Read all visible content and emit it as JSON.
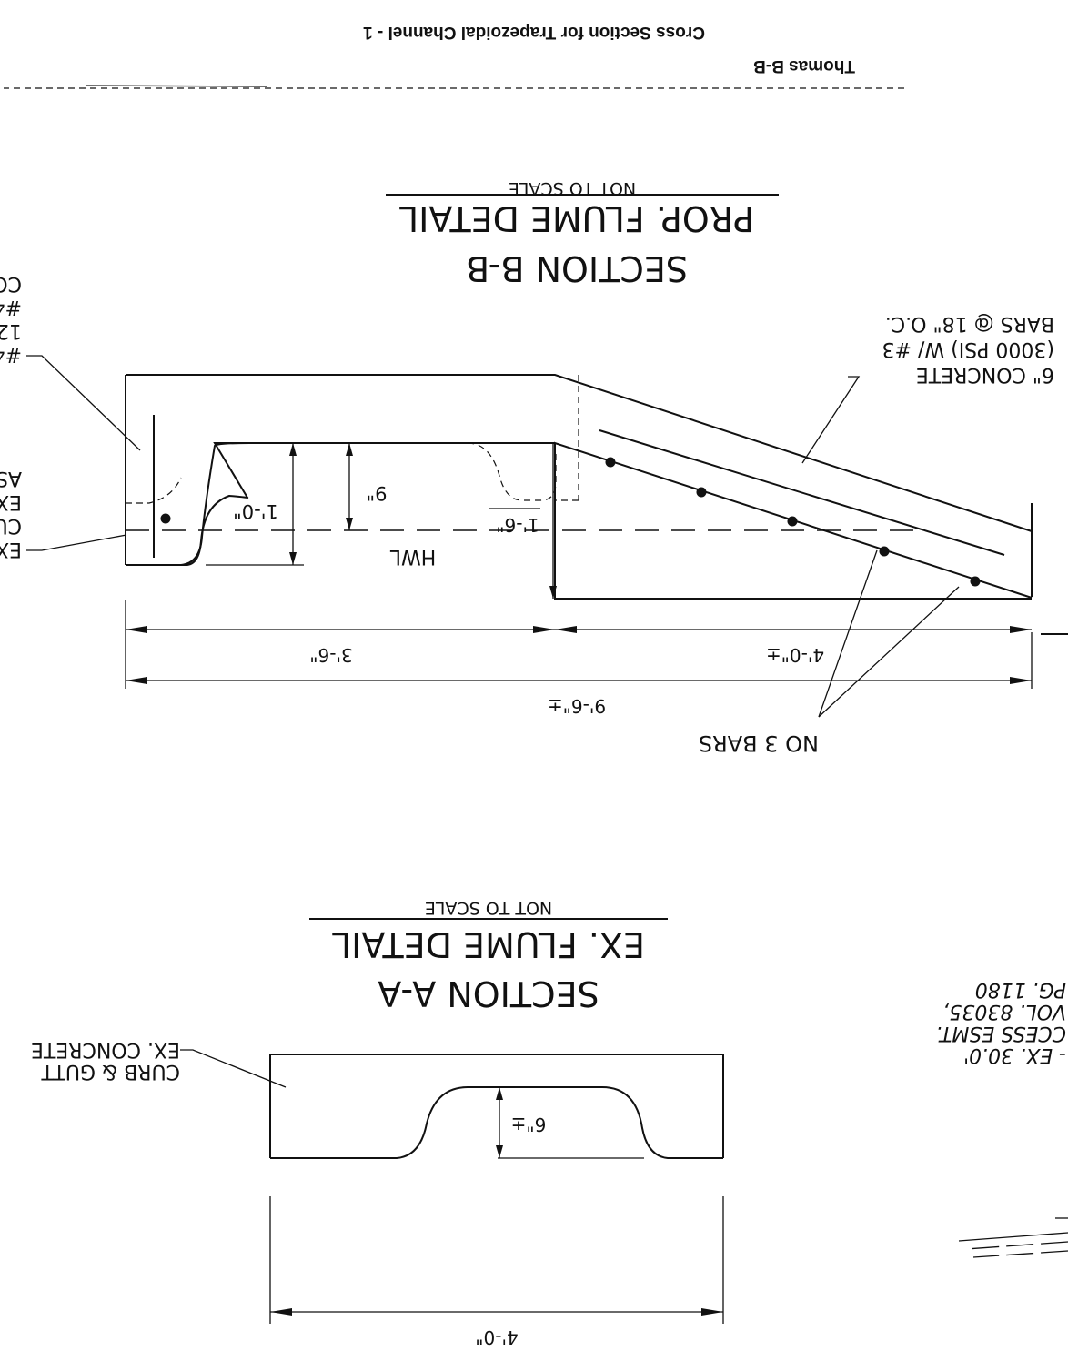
{
  "header": {
    "title": "Cross Section for Trapezoidal Channel - 1",
    "subtitle": "Thomas B-B"
  },
  "section_bb": {
    "title": "SECTION B-B",
    "subtitle": "PROP. FLUME DETAIL",
    "scale_note": "NOT TO SCALE",
    "concrete_note": [
      "6\" CONCRETE",
      "(3000 PSI) W/ #3",
      "BARS @ 18\" O.C."
    ],
    "left_note_top": [
      "CO",
      "#4",
      "12",
      "#4"
    ],
    "left_note_bottom": [
      "AS",
      "EX",
      "CU",
      "EX"
    ],
    "rebar_note": "NO 3 BARS",
    "water_line": "HWL",
    "dims": {
      "left_height": "1'-0\"",
      "curb_height": "9\"",
      "right_height": "1'-6\"",
      "left_width": "3'-6\"",
      "right_width": "4'-0\"±",
      "total_width": "9'-6\"±"
    }
  },
  "section_aa": {
    "title": "SECTION A-A",
    "subtitle": "EX. FLUME DETAIL",
    "scale_note": "NOT TO SCALE",
    "curb_note": [
      "EX. CONCRETE",
      "CURB & GUTT"
    ],
    "dims": {
      "depth": "6\"±",
      "width": "4'-0\""
    }
  },
  "easement_note": [
    "- EX. 30.0'",
    "CCESS ESMT.",
    "VOL. 83035,",
    "PG. 1180"
  ]
}
